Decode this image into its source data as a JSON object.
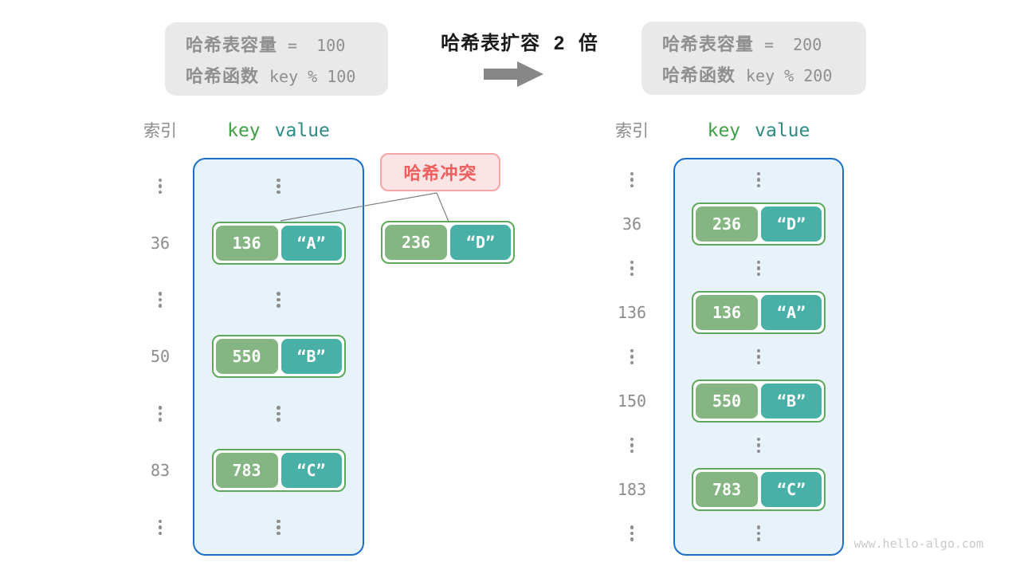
{
  "colors": {
    "card_bg": "#e9e9e9",
    "card_text": "#8f8f8f",
    "title_text": "#1a1a1a",
    "arrow": "#878787",
    "index_text": "#8c8c8c",
    "key_header": "#3f9e46",
    "value_header": "#2e8b84",
    "bucket_bg": "#e8f2fb",
    "bucket_border": "#1a6fc9",
    "pair_border": "#5ca95e",
    "key_pill": "#85b583",
    "value_pill": "#49b0a7",
    "pill_text": "#ffffff",
    "collision_bg": "#fce4e4",
    "collision_border": "#f3a6a6",
    "collision_text": "#ee5e5e",
    "connector": "#808080",
    "dots": "#8f8f8f",
    "watermark": "#c9c9c9"
  },
  "transition": {
    "title": "哈希表扩容 2 倍"
  },
  "left_panel": {
    "card": {
      "row1_label": "哈希表容量",
      "row1_code": "=  100",
      "row2_label": "哈希函数",
      "row2_code": "key % 100"
    },
    "headers": {
      "index": "索引",
      "key": "key",
      "value": "value"
    },
    "rows": [
      {
        "type": "ellipsis"
      },
      {
        "type": "entry",
        "index": "36",
        "key": "136",
        "value": "“A”"
      },
      {
        "type": "ellipsis"
      },
      {
        "type": "entry",
        "index": "50",
        "key": "550",
        "value": "“B”"
      },
      {
        "type": "ellipsis"
      },
      {
        "type": "entry",
        "index": "83",
        "key": "783",
        "value": "“C”"
      },
      {
        "type": "ellipsis"
      }
    ]
  },
  "collision": {
    "label": "哈希冲突",
    "pair": {
      "key": "236",
      "value": "“D”"
    }
  },
  "right_panel": {
    "card": {
      "row1_label": "哈希表容量",
      "row1_code": "=  200",
      "row2_label": "哈希函数",
      "row2_code": "key % 200"
    },
    "headers": {
      "index": "索引",
      "key": "key",
      "value": "value"
    },
    "rows": [
      {
        "type": "ellipsis"
      },
      {
        "type": "entry",
        "index": "36",
        "key": "236",
        "value": "“D”"
      },
      {
        "type": "ellipsis"
      },
      {
        "type": "entry",
        "index": "136",
        "key": "136",
        "value": "“A”"
      },
      {
        "type": "ellipsis"
      },
      {
        "type": "entry",
        "index": "150",
        "key": "550",
        "value": "“B”"
      },
      {
        "type": "ellipsis"
      },
      {
        "type": "entry",
        "index": "183",
        "key": "783",
        "value": "“C”"
      },
      {
        "type": "ellipsis"
      }
    ]
  },
  "watermark": "www.hello-algo.com"
}
